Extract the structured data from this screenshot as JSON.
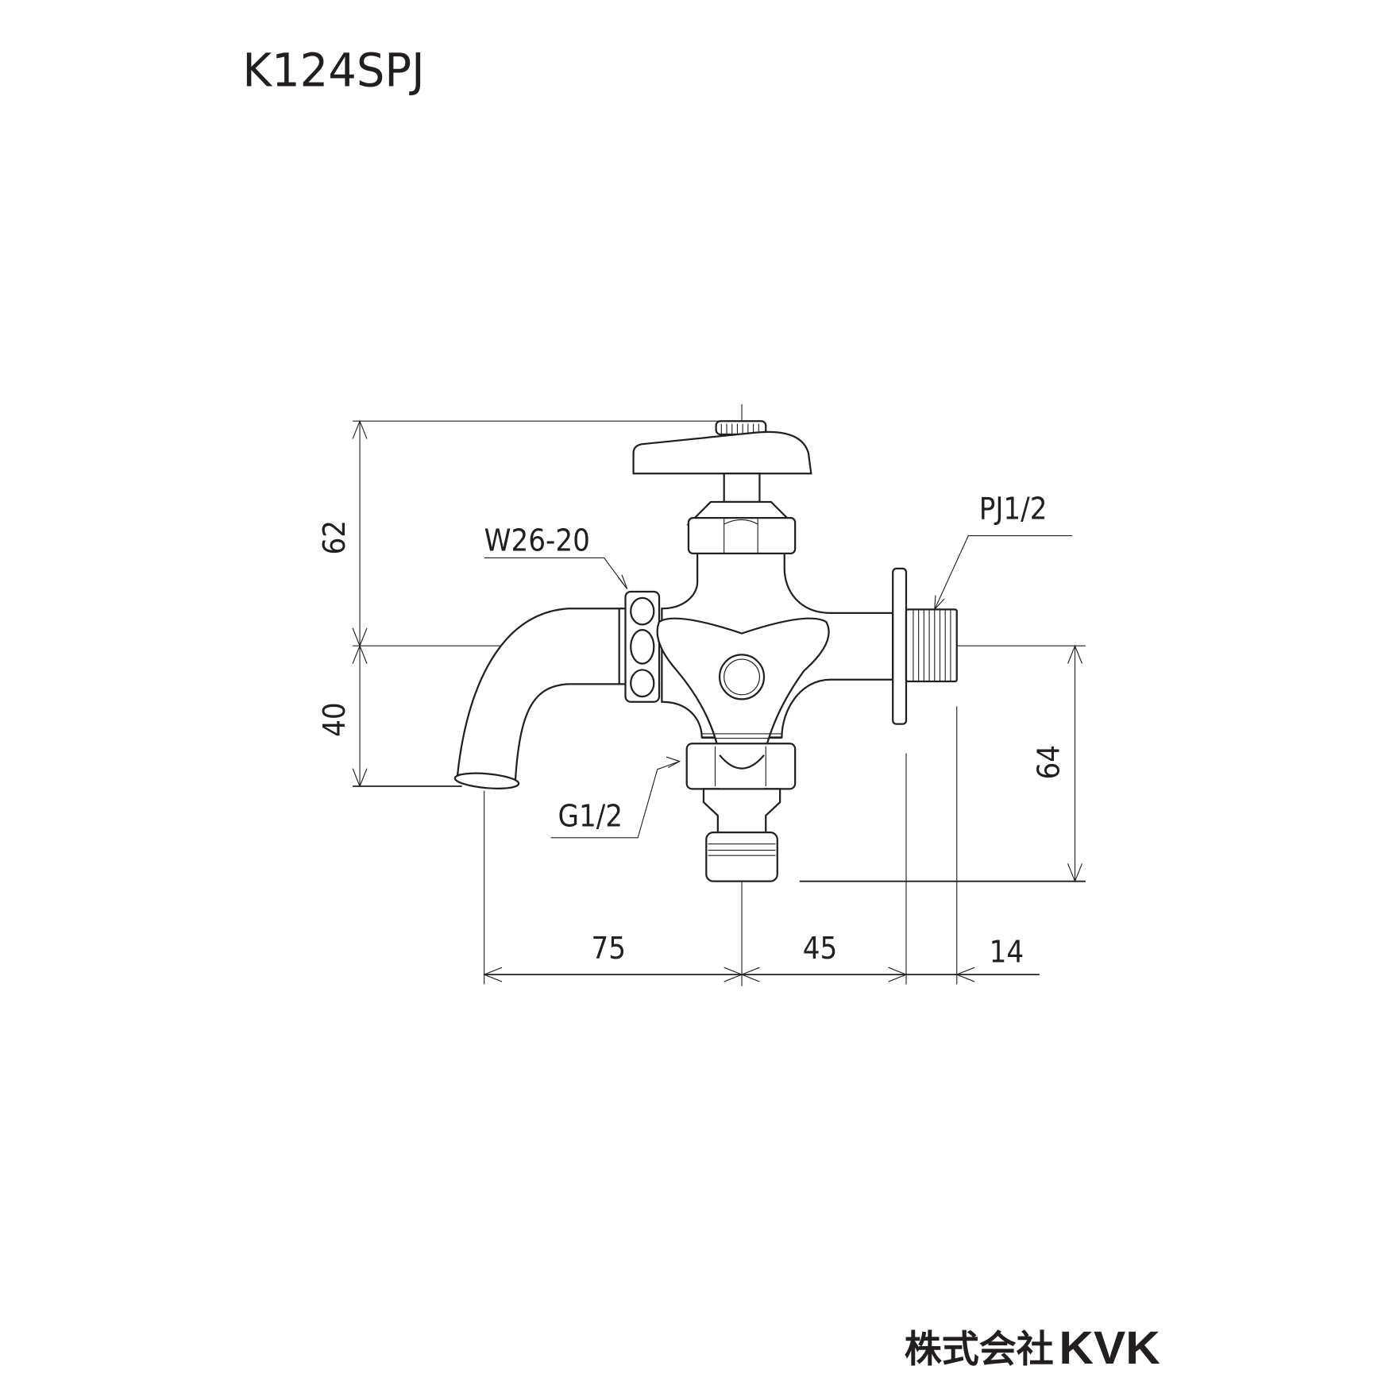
{
  "title": "K124SPJ",
  "labels": {
    "hose_connector": "W26-20",
    "inlet_thread": "PJ1/2",
    "outlet_thread": "G1/2"
  },
  "dimensions": {
    "height_above_center": "62",
    "spout_drop": "40",
    "outlet_drop": "64",
    "spout_reach": "75",
    "wall_distance": "45",
    "thread_length": "14"
  },
  "logo": {
    "company_jp": "株式会社",
    "brand": "KVK"
  }
}
